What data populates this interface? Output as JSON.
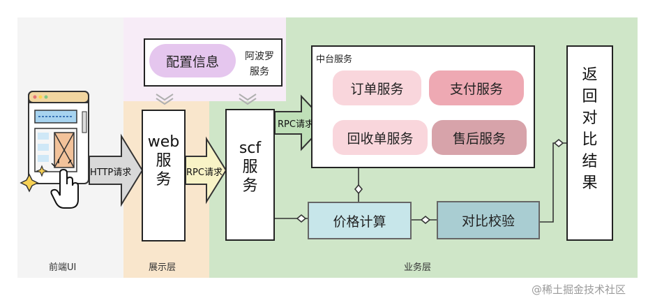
{
  "zones": {
    "frontend": "前端UI",
    "display_layer": "展示层",
    "business_layer": "业务层"
  },
  "config": {
    "config_info": "配置信息",
    "apollo_line1": "阿波罗",
    "apollo_line2": "服务"
  },
  "web_service": [
    "web",
    "服",
    "务"
  ],
  "scf_service": [
    "scf",
    "服",
    "务"
  ],
  "arrows": {
    "http": "HTTP请求",
    "rpc1": "RPC请求",
    "rpc2": "RPC请求"
  },
  "middle_platform": {
    "title": "中台服务",
    "services": [
      "订单服务",
      "支付服务",
      "回收单服务",
      "售后服务"
    ]
  },
  "price_calc": "价格计算",
  "compare_check": "对比校验",
  "return_result": [
    "返",
    "回",
    "对",
    "比",
    "结",
    "果"
  ],
  "watermark": "@稀土掘金技术社区",
  "colors": {
    "frontend_bg": "#f4f4f4",
    "display_bg": "#f9e6cc",
    "business_bg": "#cfe6c8",
    "config_bg": "#f7ecf7",
    "config_pill": "#e5c6ee",
    "order_pill": "#f9d6dc",
    "pay_pill": "#eea9b3",
    "recycle_pill": "#f9d6dc",
    "aftersale_pill": "#d7a3aa",
    "price_calc": "#c7e6ea",
    "compare_check": "#a9cdd2"
  }
}
